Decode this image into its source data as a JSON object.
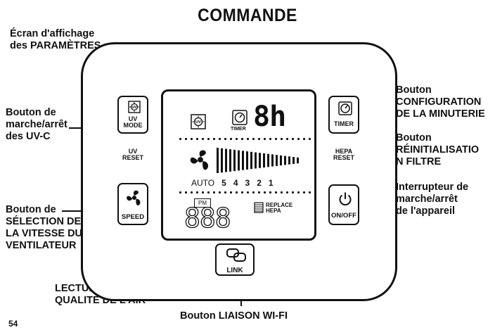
{
  "title": "COMMANDE",
  "labels": {
    "screen": "Écran d'affichage\ndes PARAMÈTRES",
    "uv": "Bouton de\nmarche/arrêt\ndes UV-C",
    "speed": "Bouton de\nSÉLECTION DE\nLA VITESSE DU\nVENTILATEUR",
    "timer": "Bouton\nCONFIGURATION\nDE LA MINUTERIE",
    "hepa": "Bouton\nRÉINITIALISATIO\nN FILTRE",
    "power": "Interrupteur de\nmarche/arrêt\nde l'appareil",
    "air_quality": "LECTURE DE LA\nQUALITÉ DE L'AIR",
    "link": "Bouton LIAISON WI-FI",
    "page": "54"
  },
  "buttons": {
    "uv_mode": "UV\nMODE",
    "uv_reset": "UV\nRESET",
    "speed": "SPEED",
    "timer": "TIMER",
    "hepa_reset": "HEPA\nRESET",
    "onoff": "ON/OFF",
    "link": "LINK"
  },
  "display": {
    "timer_small": "TIMER",
    "timer_value": "8h",
    "speeds": [
      "AUTO",
      "5",
      "4",
      "3",
      "2",
      "1"
    ],
    "pm_label": "PM",
    "pm_value": "888",
    "replace": "REPLACE",
    "hepa": "HEPA"
  }
}
